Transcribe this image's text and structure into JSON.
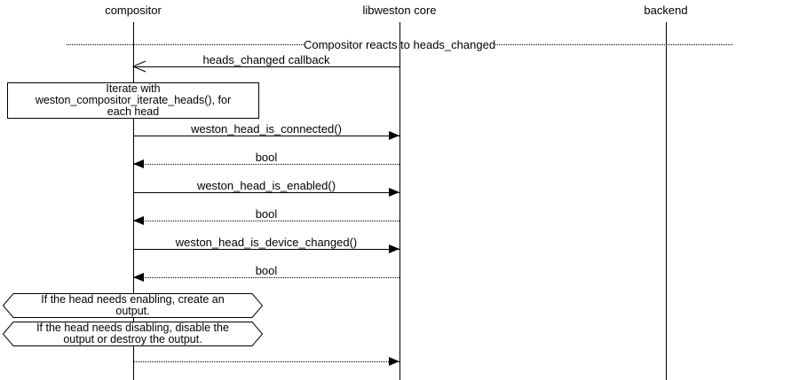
{
  "participants": [
    {
      "label": "compositor"
    },
    {
      "label": "libweston core"
    },
    {
      "label": "backend"
    }
  ],
  "divider": {
    "label": "Compositor reacts to heads_changed"
  },
  "messages": [
    {
      "label": "heads_changed callback",
      "from": "libweston core",
      "to": "compositor",
      "line": "solid",
      "head": "open"
    },
    {
      "label": "weston_head_is_connected()",
      "from": "compositor",
      "to": "libweston core",
      "line": "solid",
      "head": "filled"
    },
    {
      "label": "bool",
      "from": "libweston core",
      "to": "compositor",
      "line": "dotted",
      "head": "filled"
    },
    {
      "label": "weston_head_is_enabled()",
      "from": "compositor",
      "to": "libweston core",
      "line": "solid",
      "head": "filled"
    },
    {
      "label": "bool",
      "from": "libweston core",
      "to": "compositor",
      "line": "dotted",
      "head": "filled"
    },
    {
      "label": "weston_head_is_device_changed()",
      "from": "compositor",
      "to": "libweston core",
      "line": "solid",
      "head": "filled"
    },
    {
      "label": "bool",
      "from": "libweston core",
      "to": "compositor",
      "line": "dotted",
      "head": "filled"
    },
    {
      "label": "",
      "from": "compositor",
      "to": "libweston core",
      "line": "dotted",
      "head": "filled"
    }
  ],
  "notes": [
    {
      "shape": "rect",
      "text": "Iterate with\nweston_compositor_iterate_heads(), for\neach head"
    },
    {
      "shape": "hexagon",
      "text": "If the head needs enabling, create an\noutput."
    },
    {
      "shape": "hexagon",
      "text": "If the head needs disabling, disable the\noutput or destroy the output."
    }
  ]
}
